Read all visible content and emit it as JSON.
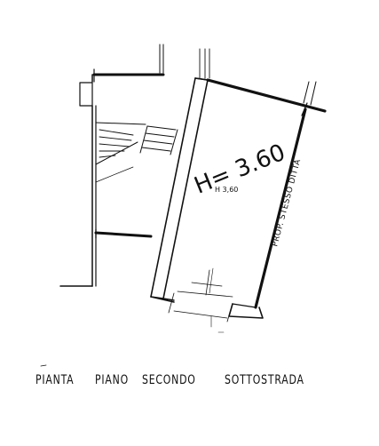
{
  "plan": {
    "height_main": "H= 3.60",
    "height_small": "H 3,60",
    "neighbor_note": "PROP. STESSO DITTA"
  },
  "caption": {
    "words": [
      "PIANTA",
      "PIANO",
      "SECONDO",
      "SOTTOSTRADA"
    ]
  },
  "colors": {
    "ink": "#111111",
    "paper": "#ffffff"
  }
}
